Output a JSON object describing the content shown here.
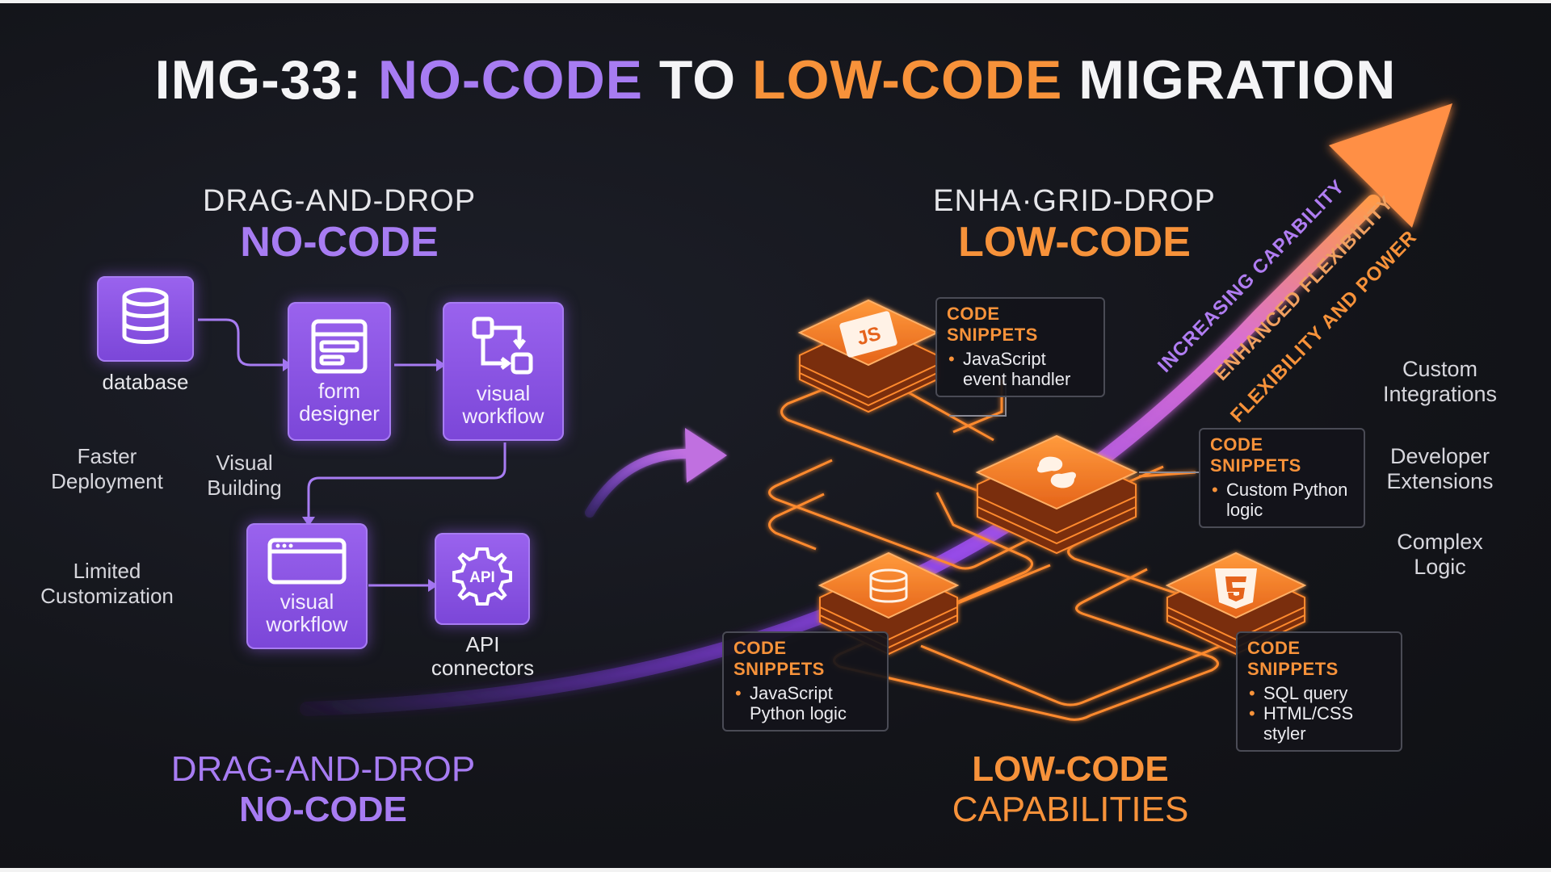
{
  "title": {
    "prefix": "IMG-33: ",
    "part1": "NO-CODE",
    "mid": " TO ",
    "part2": "LOW-CODE",
    "suffix": " MIGRATION"
  },
  "left": {
    "heading_sub": "DRAG-AND-DROP",
    "heading_main": "NO-CODE",
    "tiles": {
      "database": {
        "label": "database",
        "icon": "database-icon"
      },
      "form_designer": {
        "label": "form\ndesigner",
        "icon": "form-icon"
      },
      "visual_workflow_top": {
        "label": "visual\nworkflow",
        "icon": "workflow-icon"
      },
      "visual_workflow_bottom": {
        "label": "visual\nworkflow",
        "icon": "browser-window-icon"
      },
      "api_connectors": {
        "label": "API\nconnectors",
        "icon": "api-gear-icon",
        "icon_text": "API"
      }
    },
    "side_labels": {
      "faster_deployment": "Faster\nDeployment",
      "visual_building": "Visual\nBuilding",
      "limited_customization": "Limited\nCustomization"
    },
    "bottom_sub": "DRAG-AND-DROP",
    "bottom_main": "NO-CODE"
  },
  "right": {
    "heading_sub": "ENHA·GRID-DROP",
    "heading_main": "LOW-CODE",
    "node_icons": [
      "javascript-icon",
      "python-icon",
      "database-icon",
      "html5-icon"
    ],
    "js_text": "JS",
    "snippets": {
      "js": {
        "title": "CODE SNIPPETS",
        "items": [
          "JavaScript\nevent handler"
        ]
      },
      "python": {
        "title": "CODE SNIPPETS",
        "items": [
          "Custom Python\nlogic"
        ]
      },
      "db": {
        "title": "CODE SNIPPETS",
        "items": [
          "JavaScript\nPython logic"
        ]
      },
      "html": {
        "title": "CODE SNIPPETS",
        "items": [
          "SQL query",
          "HTML/CSS\nstyler"
        ]
      }
    },
    "right_labels": {
      "custom_integrations": "Custom\nIntegrations",
      "developer_extensions": "Developer\nExtensions",
      "complex_logic": "Complex\nLogic"
    },
    "arrow_texts": [
      "INCREASING CAPABILITY",
      "ENHANCED FLEXIBILITY",
      "FLEXIBILITY AND POWER"
    ],
    "bottom_line1": "LOW-CODE",
    "bottom_line2": "CAPABILITIES"
  },
  "colors": {
    "purple": "#a77cf2",
    "orange": "#f7923a",
    "background": "#14151b"
  }
}
